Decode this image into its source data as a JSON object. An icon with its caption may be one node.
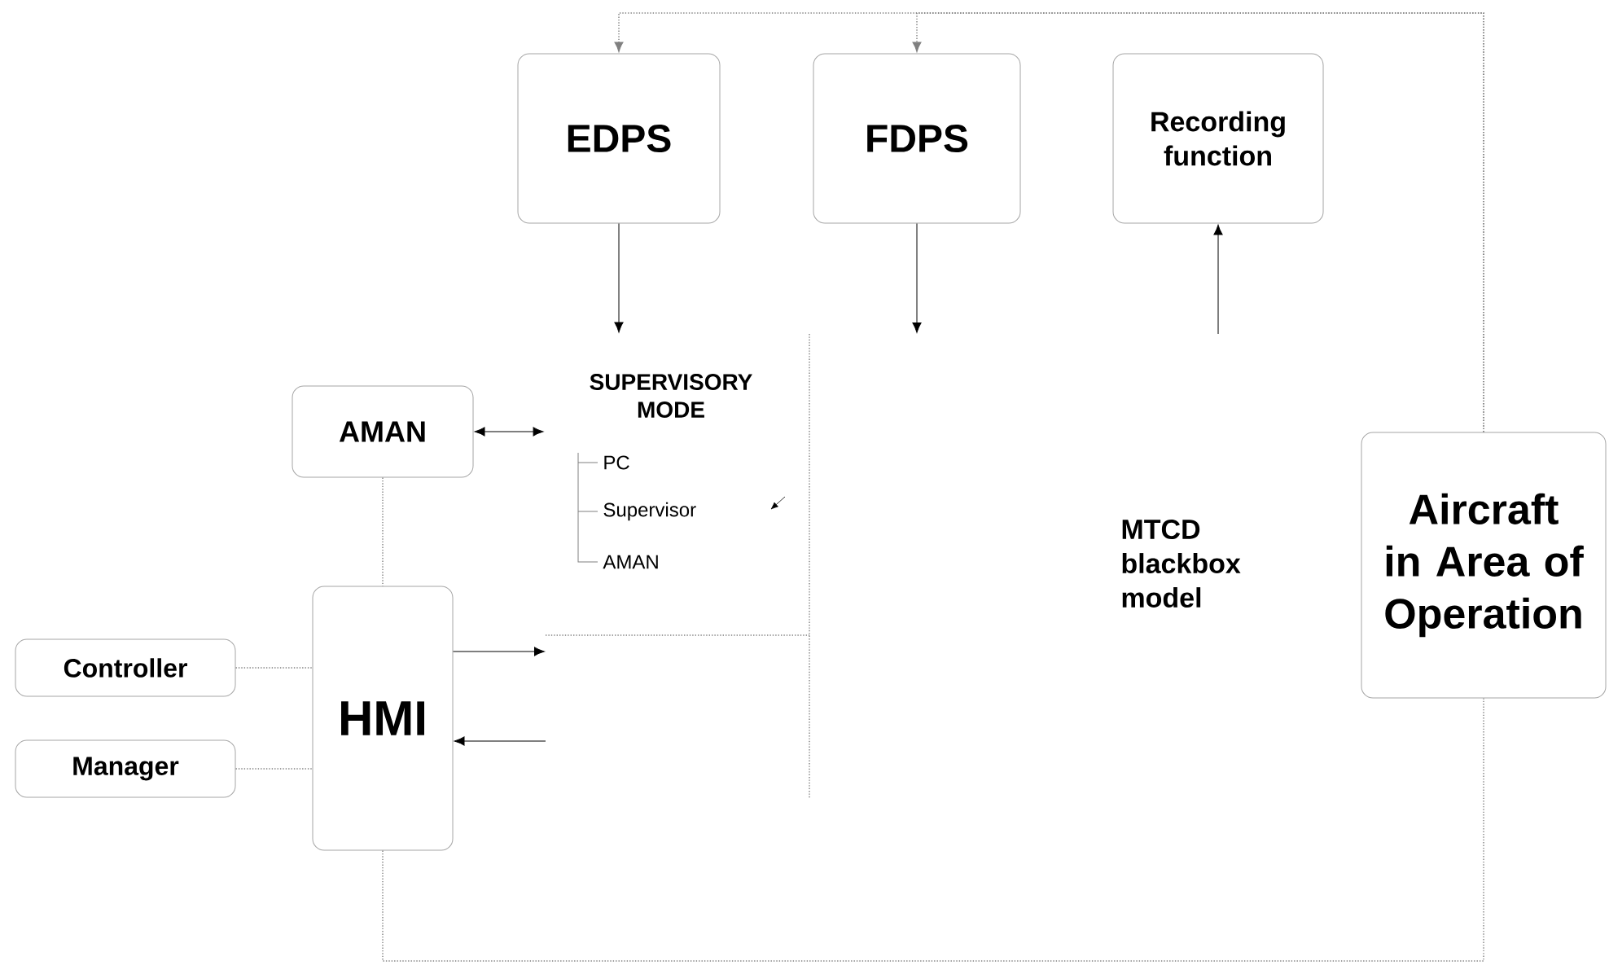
{
  "diagram": {
    "nodes": [
      {
        "text": [
          "EDPS"
        ]
      },
      {
        "text": [
          "FDPS"
        ]
      },
      {
        "text": [
          "Recording function"
        ]
      },
      {
        "text": [
          "AMAN"
        ]
      },
      {
        "text": [
          "SUPERVISORY MODE",
          "PC",
          "Supervisor",
          "AMAN"
        ]
      },
      {
        "text": [
          "MTCD blackbox model"
        ]
      },
      {
        "text": [
          "HMI"
        ]
      },
      {
        "text": [
          "Controller"
        ]
      },
      {
        "text": [
          "Manager"
        ]
      },
      {
        "text": [
          "Aircraft in Area of Operation"
        ]
      }
    ],
    "edges": [
      {
        "from": 9,
        "to": 0,
        "arrow": "to",
        "style": "dashed"
      },
      {
        "from": 9,
        "to": 1,
        "arrow": "to",
        "style": "dashed"
      },
      {
        "from": 0,
        "to": 4,
        "arrow": "to",
        "color": "#000000"
      },
      {
        "from": 1,
        "to": null,
        "arrow": "to",
        "color": "#000000"
      },
      {
        "from": null,
        "to": 2,
        "arrow": "to",
        "color": "#000000"
      },
      {
        "from": 3,
        "to": 4,
        "arrow": "both",
        "color": "#000000"
      },
      {
        "from": 3,
        "to": 6,
        "arrow": "none",
        "style": "dashed"
      },
      {
        "from": 7,
        "to": 6,
        "arrow": "none",
        "style": "dashed"
      },
      {
        "from": 8,
        "to": 6,
        "arrow": "none",
        "style": "dashed"
      },
      {
        "from": 6,
        "to": null,
        "arrow": "to",
        "color": "#000000"
      },
      {
        "from": null,
        "to": 6,
        "arrow": "to",
        "color": "#000000"
      },
      {
        "from": 6,
        "to": 9,
        "arrow": "none",
        "style": "dashed"
      }
    ]
  }
}
